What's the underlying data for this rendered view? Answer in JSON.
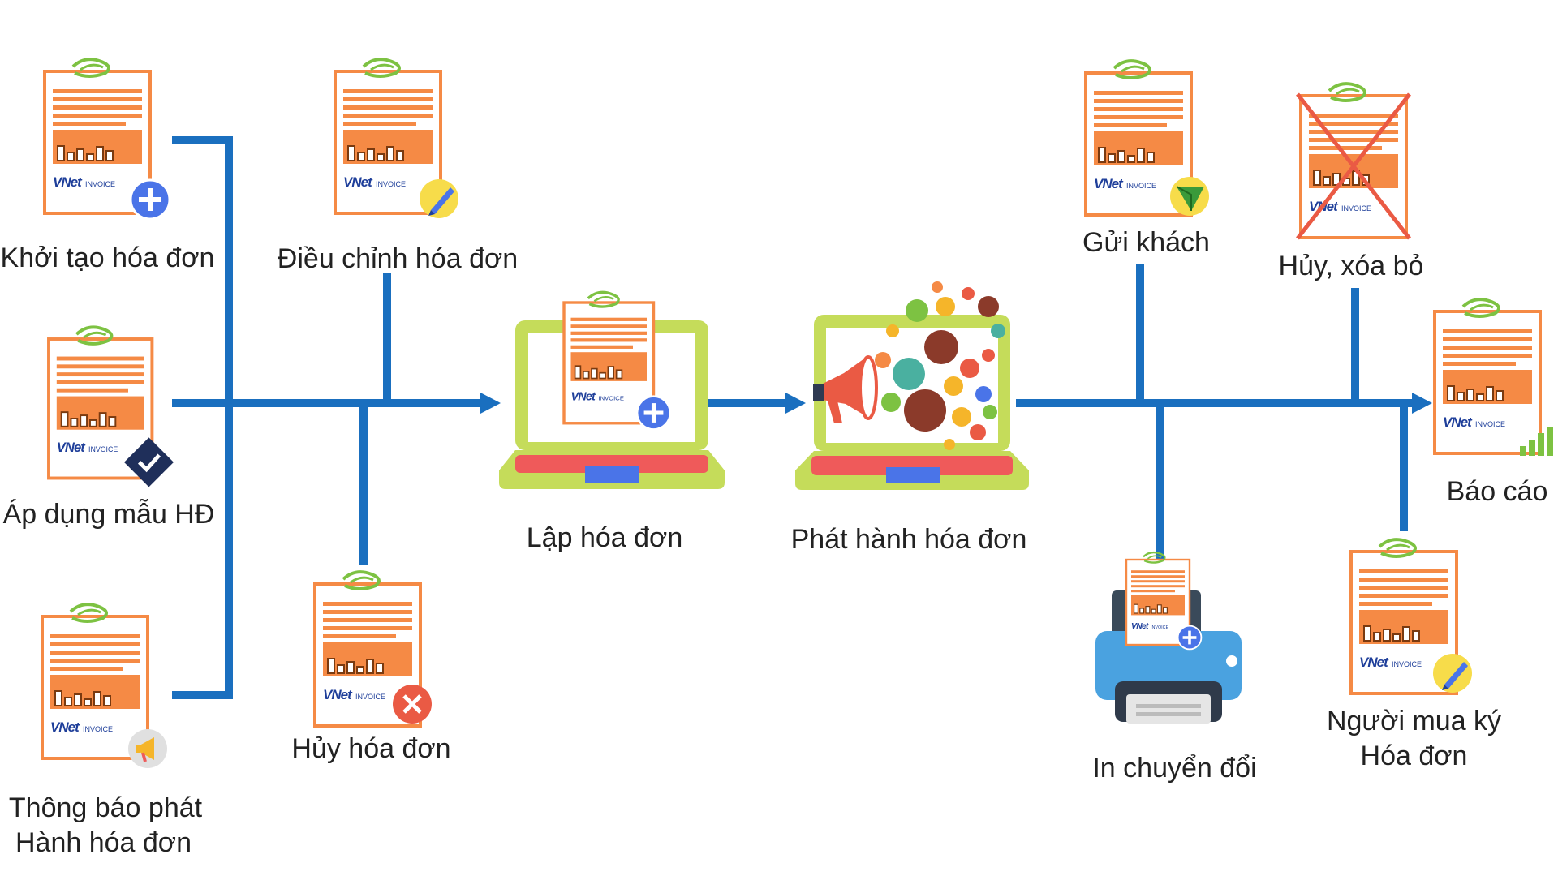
{
  "steps": {
    "khoi_tao": "Khởi tạo hóa đơn",
    "ap_dung": "Áp dụng mẫu HĐ",
    "thong_bao_1": "Thông báo phát",
    "thong_bao_2": "Hành hóa đơn",
    "dieu_chinh": "Điều chỉnh hóa đơn",
    "huy": "Hủy hóa đơn",
    "lap": "Lập hóa đơn",
    "phat_hanh": "Phát hành hóa đơn",
    "gui_khach": "Gửi khách",
    "huy_xoa": "Hủy, xóa bỏ",
    "in_chuyen_doi": "In chuyển đổi",
    "bao_cao": "Báo cáo",
    "nguoi_mua_1": "Người mua ký",
    "nguoi_mua_2": "Hóa đơn"
  },
  "brand": {
    "logo_main": "VNet",
    "logo_sub": "INVOICE"
  },
  "colors": {
    "line": "#1a6fbf",
    "document": "#f58a45",
    "clip": "#7dc242",
    "laptop": "#c5dc5a",
    "keys": "#ef5a5a",
    "pad": "#4a74e8",
    "printer": "#4aa2e0"
  }
}
